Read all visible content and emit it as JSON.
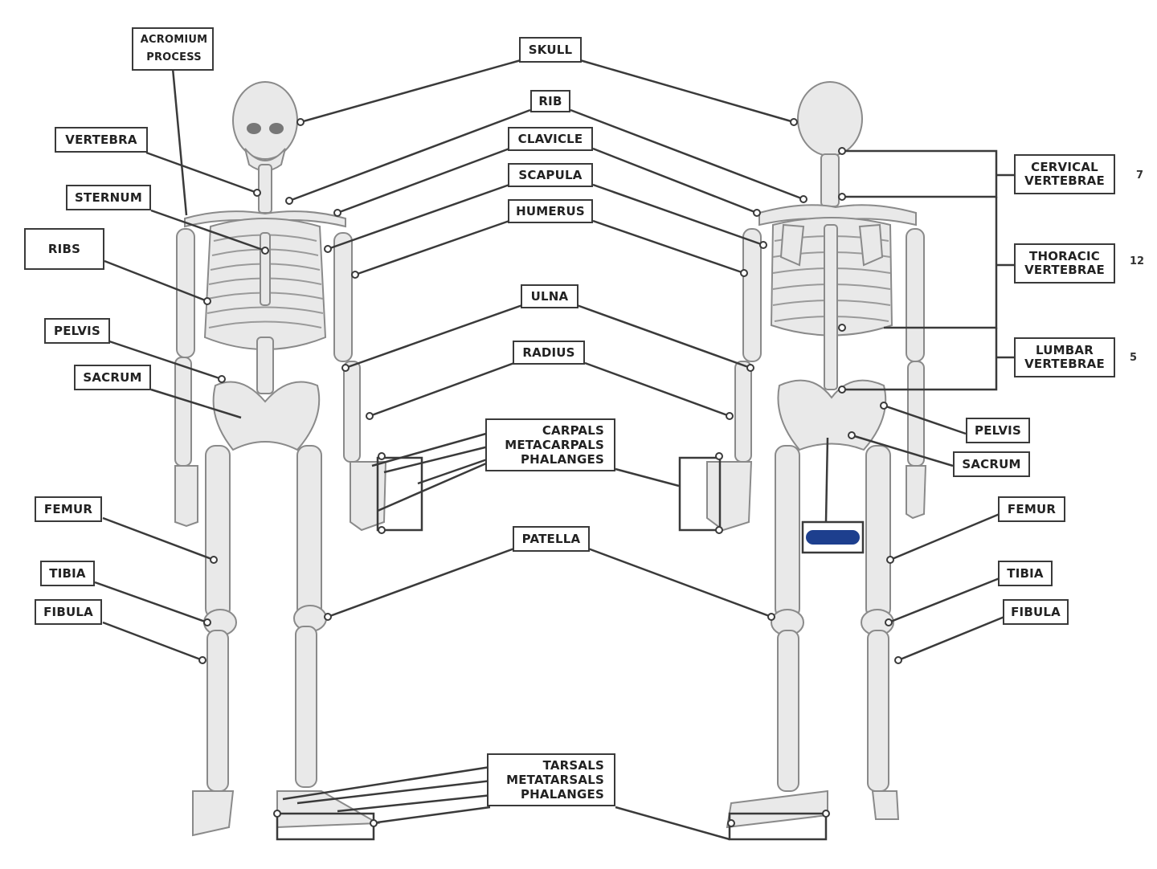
{
  "labels": {
    "acromium_process": "ACROMIUM PROCESS",
    "skull": "SKULL",
    "rib": "RIB",
    "clavicle": "CLAVICLE",
    "scapula": "SCAPULA",
    "humerus": "HUMERUS",
    "ulna": "ULNA",
    "radius": "RADIUS",
    "patella": "PATELLA",
    "hand_group": [
      "CARPALS",
      "METACARPALS",
      "PHALANGES"
    ],
    "foot_group": [
      "TARSALS",
      "METATARSALS",
      "PHALANGES"
    ],
    "left": {
      "vertebra": "VERTEBRA",
      "sternum": "STERNUM",
      "ribs": "RIBS",
      "pelvis": "PELVIS",
      "sacrum": "SACRUM",
      "femur": "FEMUR",
      "tibia": "TIBIA",
      "fibula": "FIBULA"
    },
    "right": {
      "cervical": "CERVICAL VERTEBRAE",
      "thoracic": "THORACIC VERTEBRAE",
      "lumbar": "LUMBAR VERTEBRAE",
      "pelvis": "PELVIS",
      "sacrum": "SACRUM",
      "femur": "FEMUR",
      "tibia": "TIBIA",
      "fibula": "FIBULA"
    }
  },
  "counts": {
    "cervical": "7",
    "thoracic": "12",
    "lumbar": "5"
  },
  "colors": {
    "line": "#3a3a3a",
    "bone_fill": "#e9e9e9",
    "bone_stroke": "#8a8a8a",
    "blue_mark": "#1d3f8e"
  }
}
